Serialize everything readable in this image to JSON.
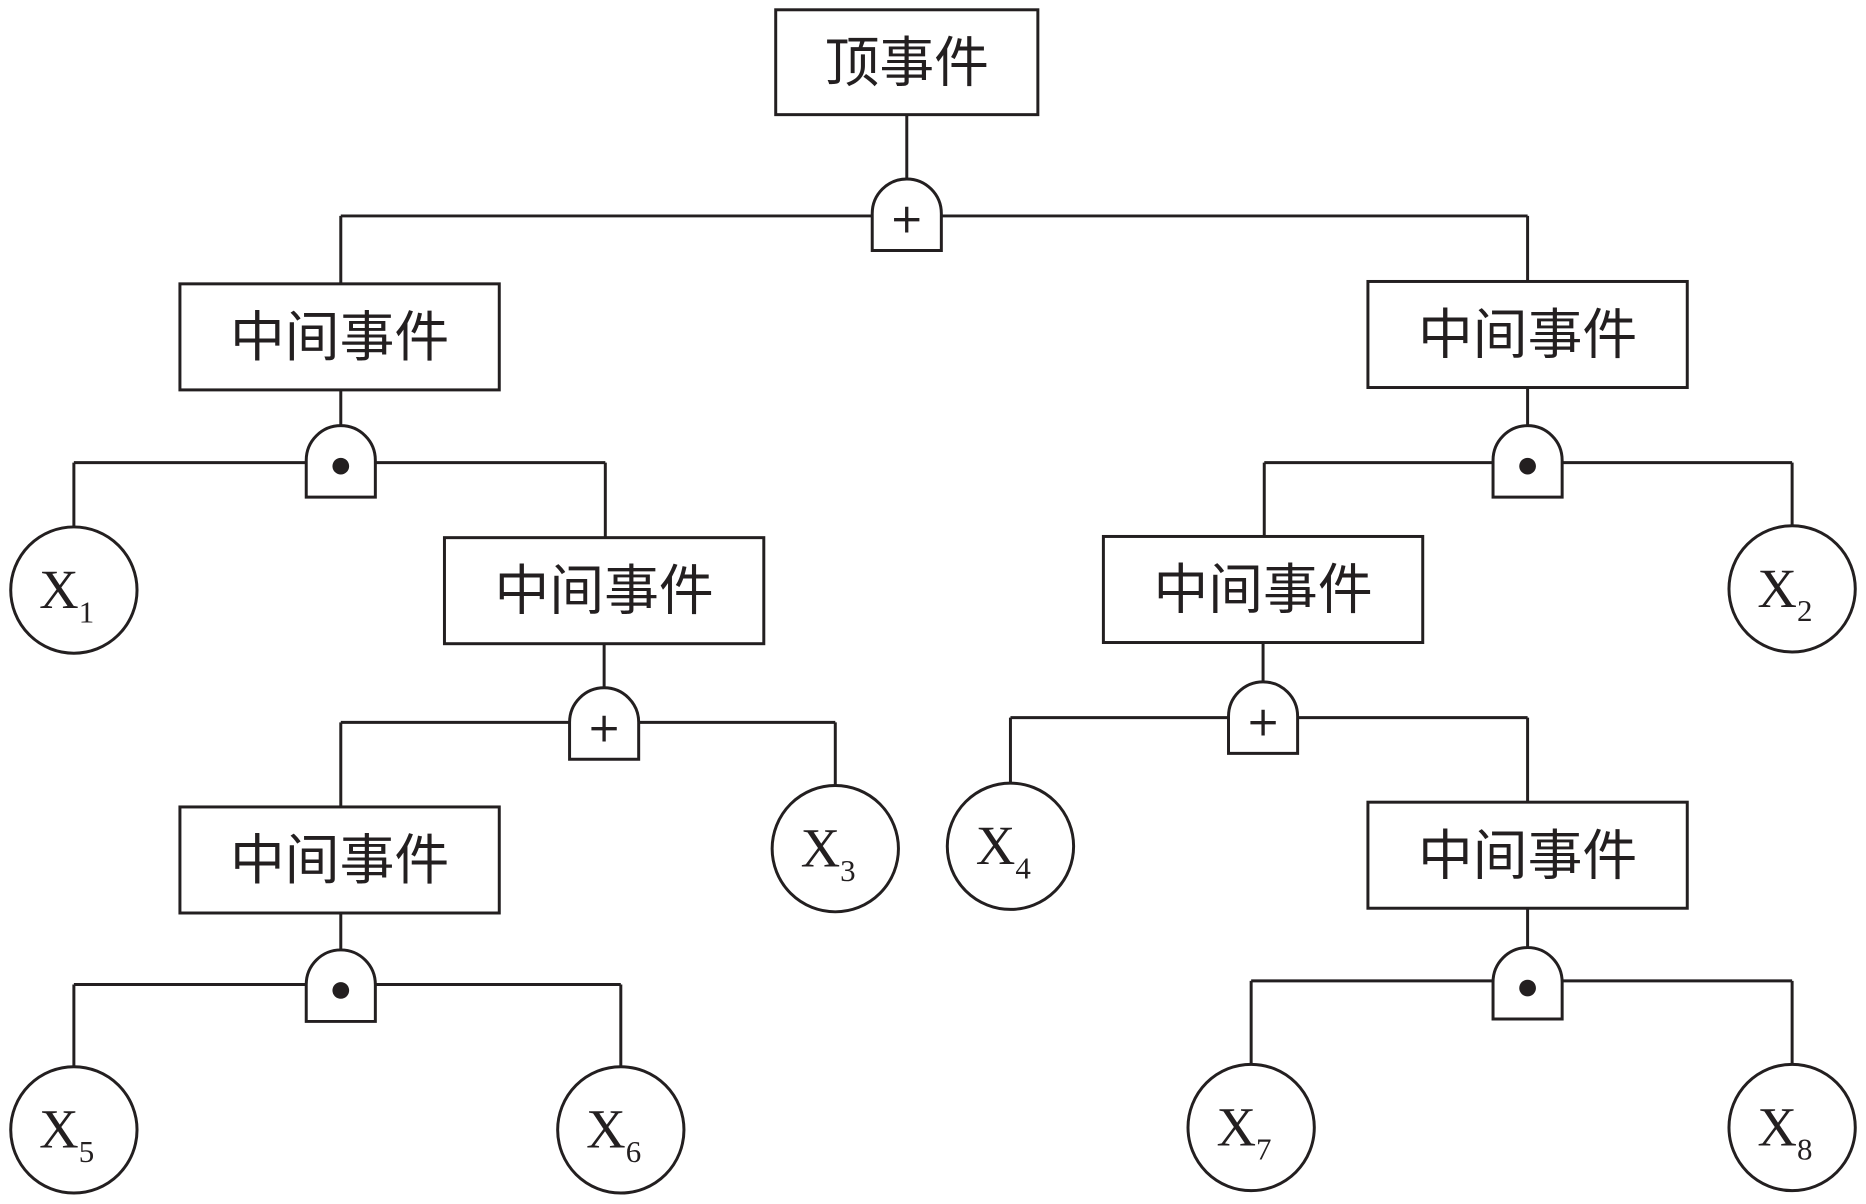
{
  "top_event": {
    "label": "顶事件",
    "gate": "or"
  },
  "intermediate_label": "中间事件",
  "gate_symbols": {
    "or": "+",
    "and": "•"
  },
  "colors": {
    "stroke": "#231f20",
    "background": "#ffffff"
  },
  "intermediate_events": [
    {
      "id": "L1",
      "gate": "and"
    },
    {
      "id": "L2",
      "gate": "or"
    },
    {
      "id": "L3",
      "gate": "and"
    },
    {
      "id": "R1",
      "gate": "and"
    },
    {
      "id": "R2",
      "gate": "or"
    },
    {
      "id": "R3",
      "gate": "and"
    }
  ],
  "basic_events": [
    {
      "base": "X",
      "sub": "1"
    },
    {
      "base": "X",
      "sub": "2"
    },
    {
      "base": "X",
      "sub": "3"
    },
    {
      "base": "X",
      "sub": "4"
    },
    {
      "base": "X",
      "sub": "5"
    },
    {
      "base": "X",
      "sub": "6"
    },
    {
      "base": "X",
      "sub": "7"
    },
    {
      "base": "X",
      "sub": "8"
    }
  ]
}
